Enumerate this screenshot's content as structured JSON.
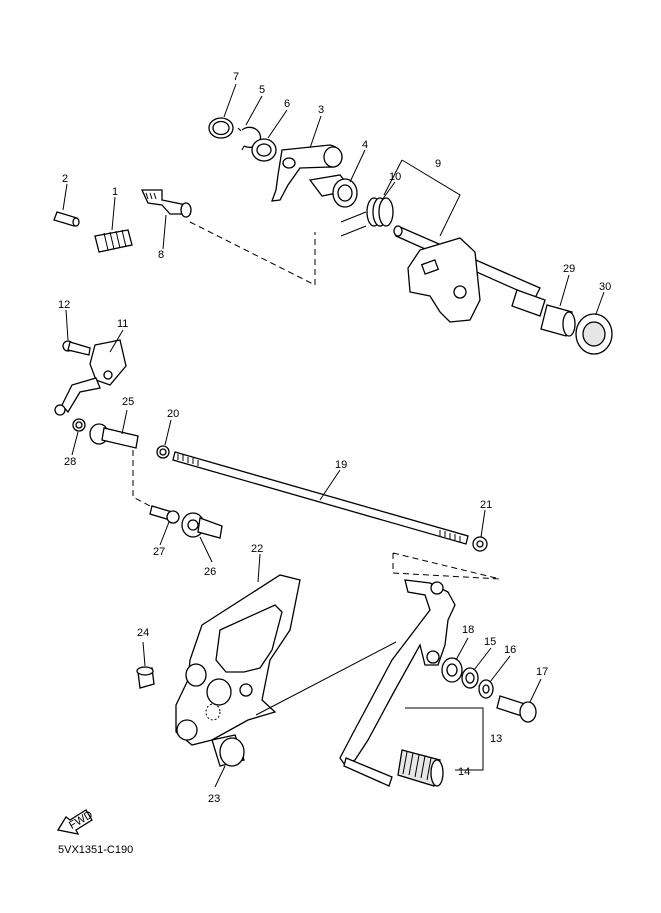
{
  "diagram": {
    "drawing_code": "5VX1351-C190",
    "fwd_label": "FWD",
    "callouts": [
      {
        "id": "n1",
        "text": "1"
      },
      {
        "id": "n2",
        "text": "2"
      },
      {
        "id": "n3",
        "text": "3"
      },
      {
        "id": "n4",
        "text": "4"
      },
      {
        "id": "n5",
        "text": "5"
      },
      {
        "id": "n6",
        "text": "6"
      },
      {
        "id": "n7",
        "text": "7"
      },
      {
        "id": "n8",
        "text": "8"
      },
      {
        "id": "n9",
        "text": "9"
      },
      {
        "id": "n10",
        "text": "10"
      },
      {
        "id": "n11",
        "text": "11"
      },
      {
        "id": "n12",
        "text": "12"
      },
      {
        "id": "n13",
        "text": "13"
      },
      {
        "id": "n14",
        "text": "14"
      },
      {
        "id": "n15",
        "text": "15"
      },
      {
        "id": "n16",
        "text": "16"
      },
      {
        "id": "n17",
        "text": "17"
      },
      {
        "id": "n18",
        "text": "18"
      },
      {
        "id": "n19",
        "text": "19"
      },
      {
        "id": "n20",
        "text": "20"
      },
      {
        "id": "n21",
        "text": "21"
      },
      {
        "id": "n22",
        "text": "22"
      },
      {
        "id": "n23",
        "text": "23"
      },
      {
        "id": "n24",
        "text": "24"
      },
      {
        "id": "n25",
        "text": "25"
      },
      {
        "id": "n26",
        "text": "26"
      },
      {
        "id": "n27",
        "text": "27"
      },
      {
        "id": "n28",
        "text": "28"
      },
      {
        "id": "n29",
        "text": "29"
      },
      {
        "id": "n30",
        "text": "30"
      }
    ]
  }
}
